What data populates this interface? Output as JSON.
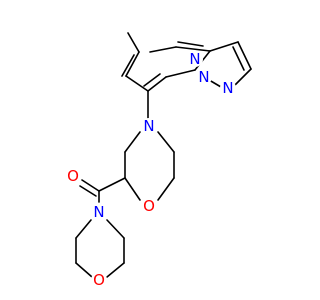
{
  "structure": {
    "atoms": {
      "n_pyrimidine": {
        "symbol": "N",
        "color": "#0000ff"
      },
      "n_bridge": {
        "symbol": "N",
        "color": "#0000ff"
      },
      "n_pyrazole": {
        "symbol": "N",
        "color": "#0000ff"
      },
      "n_morpholine": {
        "symbol": "N",
        "color": "#0000ff"
      },
      "o_ring": {
        "symbol": "O",
        "color": "#ff0000"
      },
      "o_carbonyl": {
        "symbol": "O",
        "color": "#ff0000"
      },
      "n_amide": {
        "symbol": "N",
        "color": "#0000ff"
      },
      "o_morpholine2": {
        "symbol": "O",
        "color": "#ff0000"
      }
    }
  }
}
